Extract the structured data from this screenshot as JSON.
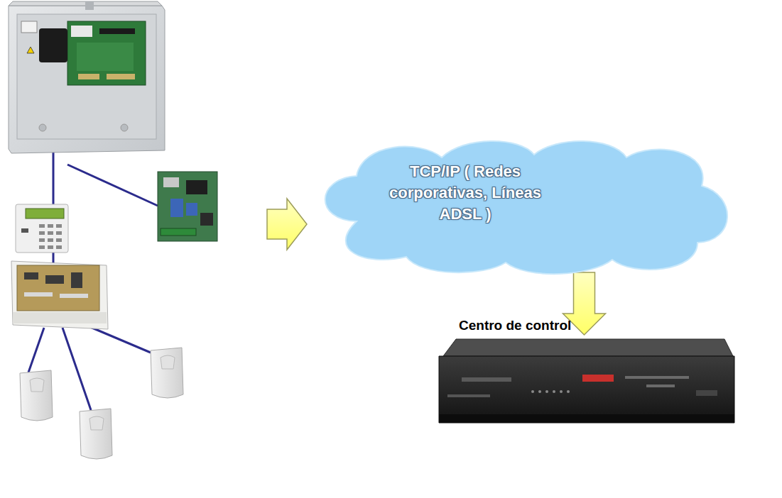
{
  "diagram": {
    "nodes": [
      {
        "text": [
          "TCP/IP ( Redes corporativas, Líneas ADSL )"
        ]
      },
      {
        "text": [
          "Centro de control"
        ]
      }
    ],
    "edges": [
      {
        "from": 0,
        "to": 1,
        "arrow": "to"
      }
    ]
  }
}
